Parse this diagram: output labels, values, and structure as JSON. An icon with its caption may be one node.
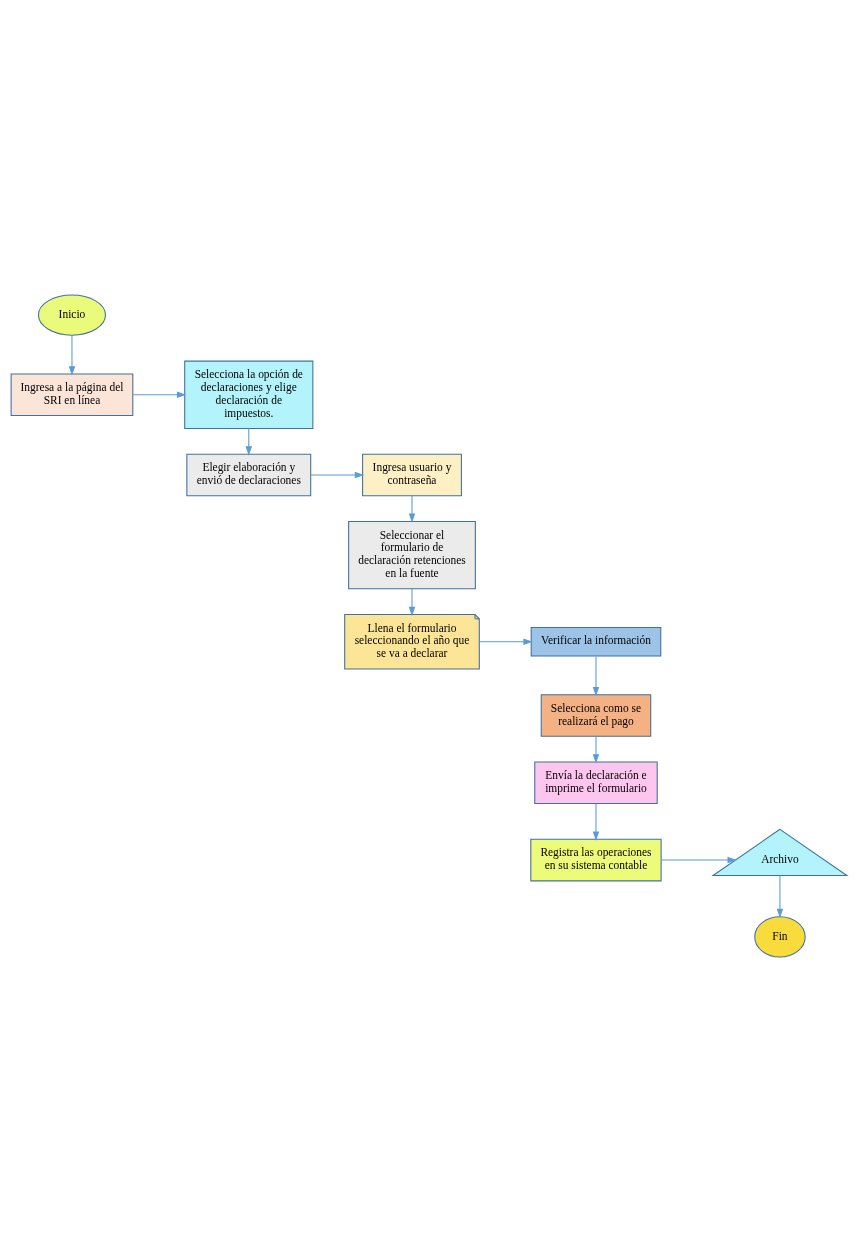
{
  "diagram": {
    "nodes": [
      {
        "text": [
          "Inicio"
        ]
      },
      {
        "text": [
          "Ingresa a la página del SRI en línea"
        ]
      },
      {
        "text": [
          "Selecciona la opción de declaraciones y elige declaración de impuestos."
        ]
      },
      {
        "text": [
          "Elegir elaboración y envió de declaraciones"
        ]
      },
      {
        "text": [
          "Ingresa usuario y contraseña"
        ]
      },
      {
        "text": [
          "Seleccionar el formulario de declaración retenciones en la fuente"
        ]
      },
      {
        "text": [
          "Llena el formulario seleccionando el año que se va a declarar"
        ]
      },
      {
        "text": [
          "Verificar la información"
        ]
      },
      {
        "text": [
          "Selecciona como se realizará el pago"
        ]
      },
      {
        "text": [
          "Envía la declaración e imprime el formulario"
        ]
      },
      {
        "text": [
          "Registra las operaciones en su sistema contable"
        ]
      },
      {
        "text": [
          "Archivo"
        ]
      },
      {
        "text": [
          "Fin"
        ]
      }
    ],
    "edges": [
      {
        "from": 0,
        "to": 1,
        "arrow": "to"
      },
      {
        "from": 1,
        "to": 2,
        "arrow": "to"
      },
      {
        "from": 2,
        "to": 3,
        "arrow": "to"
      },
      {
        "from": 3,
        "to": 4,
        "arrow": "to"
      },
      {
        "from": 4,
        "to": 5,
        "arrow": "to"
      },
      {
        "from": 5,
        "to": 6,
        "arrow": "to"
      },
      {
        "from": 6,
        "to": 7,
        "arrow": "to"
      },
      {
        "from": 7,
        "to": 8,
        "arrow": "to"
      },
      {
        "from": 8,
        "to": 9,
        "arrow": "to"
      },
      {
        "from": 9,
        "to": 10,
        "arrow": "to"
      },
      {
        "from": 10,
        "to": 11,
        "arrow": "to"
      },
      {
        "from": 11,
        "to": 12,
        "arrow": "to"
      }
    ]
  }
}
